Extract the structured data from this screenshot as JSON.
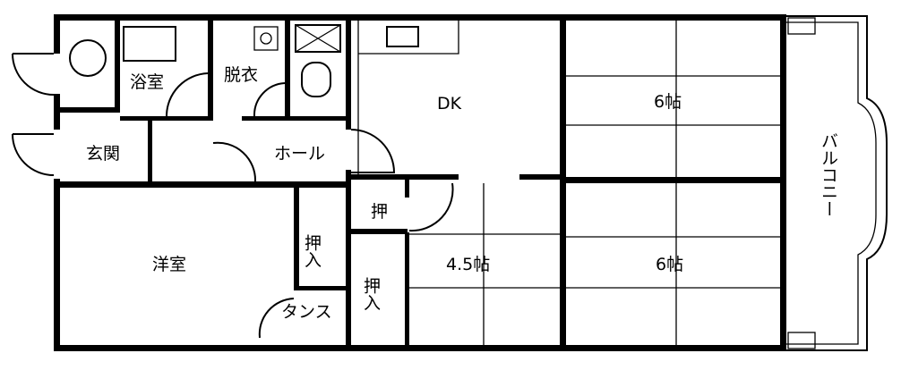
{
  "rooms": {
    "bath": "浴室",
    "dressing": "脱衣",
    "dk": "DK",
    "tatami6_top": "6帖",
    "entrance": "玄関",
    "hall": "ホール",
    "western": "洋室",
    "closet_western": "押入",
    "closet_small": "押",
    "closet_45": "押入",
    "tatami45": "4.5帖",
    "tatami6_bottom": "6帖",
    "wardrobe": "タンス",
    "balcony": "バルコニー"
  }
}
